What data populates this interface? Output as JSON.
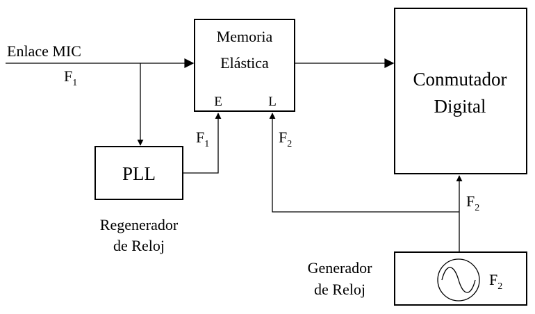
{
  "input": {
    "label": "Enlace MIC",
    "freq": "F",
    "freq_sub": "1"
  },
  "memory": {
    "line1": "Memoria",
    "line2": "Elástica",
    "port_write": "E",
    "port_read": "L"
  },
  "switch": {
    "line1": "Conmutador",
    "line2": "Digital"
  },
  "pll": {
    "label": "PLL",
    "caption_line1": "Regenerador",
    "caption_line2": "de Reloj",
    "out_freq": "F",
    "out_freq_sub": "1"
  },
  "generator": {
    "caption_line1": "Generador",
    "caption_line2": "de Reloj",
    "freq": "F",
    "freq_sub": "2"
  },
  "signals": {
    "read_freq": "F",
    "read_freq_sub": "2",
    "switch_freq": "F",
    "switch_freq_sub": "2"
  }
}
